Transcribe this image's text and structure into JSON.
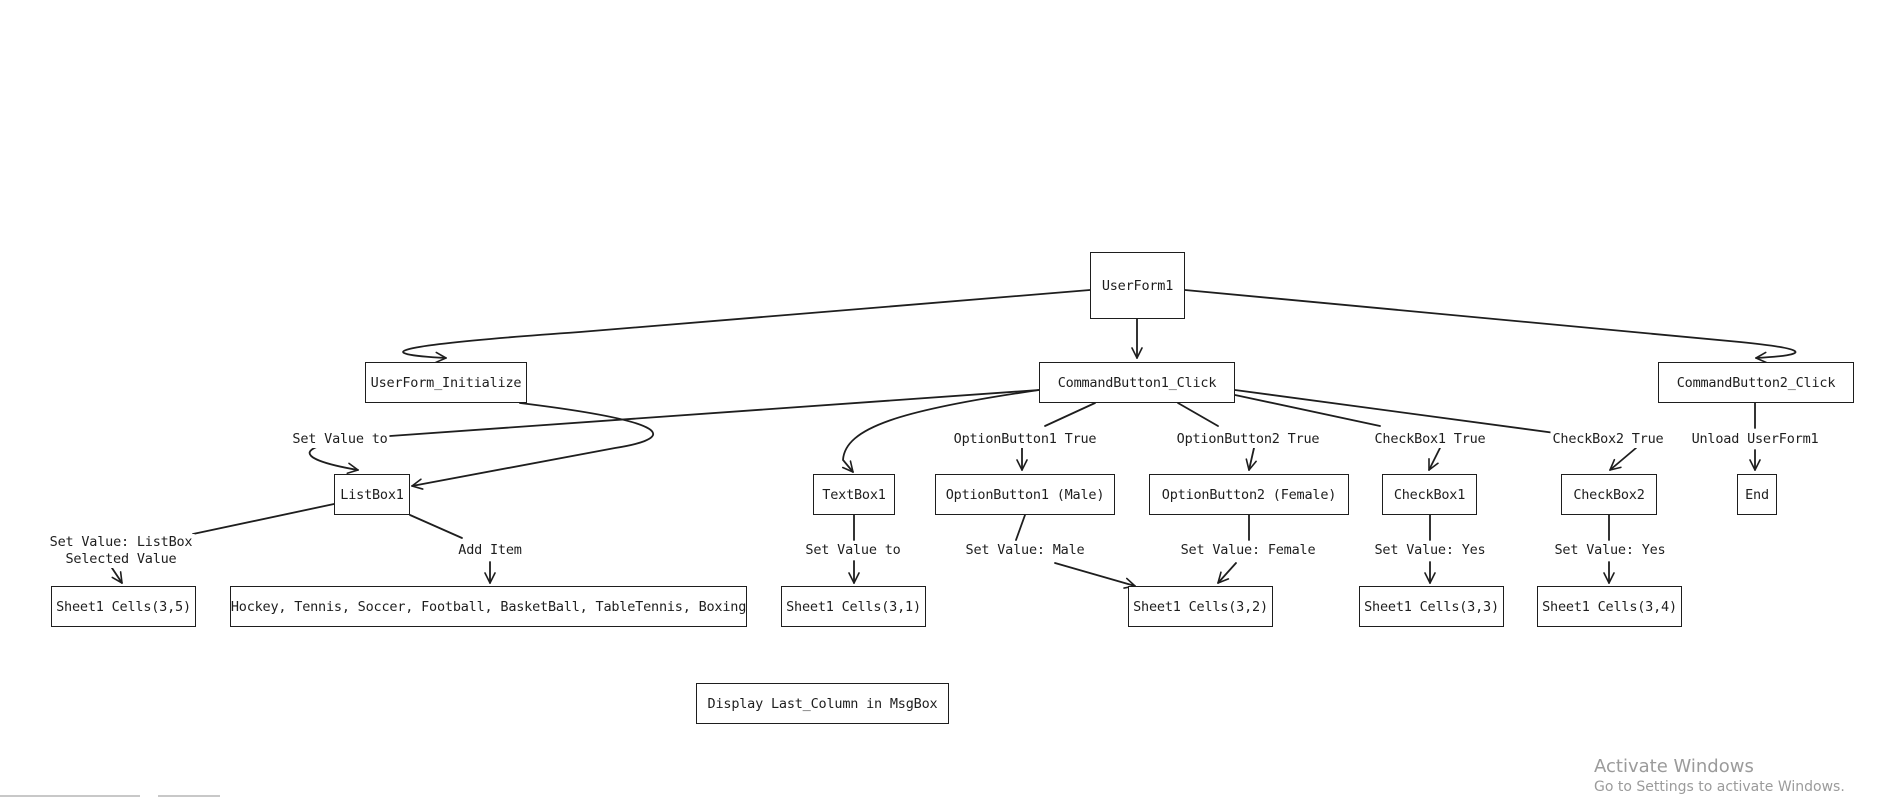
{
  "nodes": [
    {
      "id": "userform1",
      "label": "UserForm1"
    },
    {
      "id": "userform-initialize",
      "label": "UserForm_Initialize"
    },
    {
      "id": "commandbutton1-click",
      "label": "CommandButton1_Click"
    },
    {
      "id": "commandbutton2-click",
      "label": "CommandButton2_Click"
    },
    {
      "id": "listbox1",
      "label": "ListBox1"
    },
    {
      "id": "textbox1",
      "label": "TextBox1"
    },
    {
      "id": "optionbutton1-male",
      "label": "OptionButton1 (Male)"
    },
    {
      "id": "optionbutton2-female",
      "label": "OptionButton2 (Female)"
    },
    {
      "id": "checkbox1",
      "label": "CheckBox1"
    },
    {
      "id": "checkbox2",
      "label": "CheckBox2"
    },
    {
      "id": "end",
      "label": "End"
    },
    {
      "id": "sheet1-cells-3-5",
      "label": "Sheet1 Cells(3,5)"
    },
    {
      "id": "sports-items",
      "label": "Hockey, Tennis, Soccer, Football, BasketBall, TableTennis, Boxing"
    },
    {
      "id": "sheet1-cells-3-1",
      "label": "Sheet1 Cells(3,1)"
    },
    {
      "id": "sheet1-cells-3-2",
      "label": "Sheet1 Cells(3,2)"
    },
    {
      "id": "sheet1-cells-3-3",
      "label": "Sheet1 Cells(3,3)"
    },
    {
      "id": "sheet1-cells-3-4",
      "label": "Sheet1 Cells(3,4)"
    },
    {
      "id": "display-last-column",
      "label": "Display Last_Column in MsgBox"
    }
  ],
  "edge_labels": [
    {
      "id": "set-value-to-listbox",
      "text": "Set Value to"
    },
    {
      "id": "optionbutton1-true",
      "text": "OptionButton1 True"
    },
    {
      "id": "optionbutton2-true",
      "text": "OptionButton2 True"
    },
    {
      "id": "checkbox1-true",
      "text": "CheckBox1 True"
    },
    {
      "id": "checkbox2-true",
      "text": "CheckBox2 True"
    },
    {
      "id": "unload-userform1",
      "text": "Unload UserForm1"
    },
    {
      "id": "set-value-listbox-selected",
      "text": "Set Value: ListBox\nSelected Value"
    },
    {
      "id": "add-item",
      "text": "Add Item"
    },
    {
      "id": "set-value-to-sheet",
      "text": "Set Value to"
    },
    {
      "id": "set-value-male",
      "text": "Set Value: Male"
    },
    {
      "id": "set-value-female",
      "text": "Set Value: Female"
    },
    {
      "id": "set-value-yes-1",
      "text": "Set Value: Yes"
    },
    {
      "id": "set-value-yes-2",
      "text": "Set Value: Yes"
    }
  ],
  "watermark": {
    "title": "Activate Windows",
    "subtitle": "Go to Settings to activate Windows."
  },
  "colors": {
    "stroke": "#1e1e1e",
    "background": "#ffffff",
    "watermark": "#9b9b9b"
  }
}
